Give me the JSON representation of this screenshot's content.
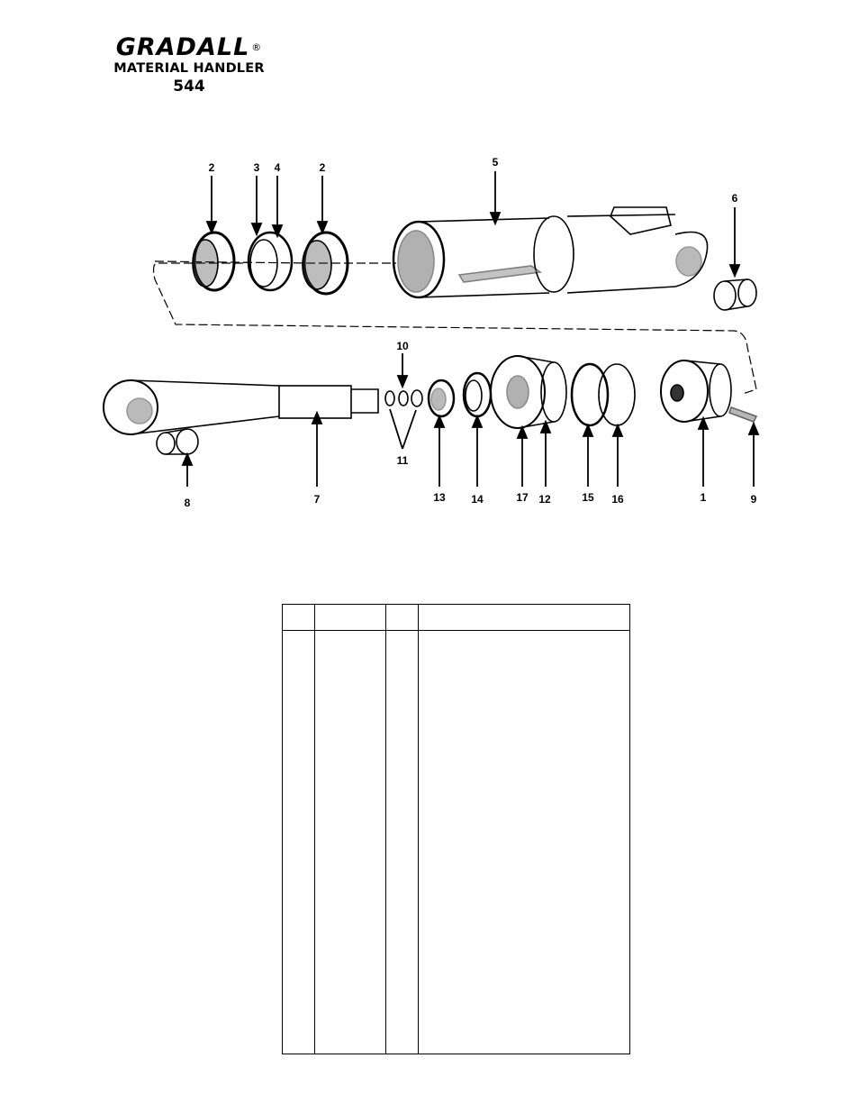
{
  "header": {
    "brand": "GRADALL",
    "registered_mark": "®",
    "subtitle": "MATERIAL HANDLER",
    "model": "544"
  },
  "diagram": {
    "callouts": [
      "2",
      "3",
      "4",
      "2",
      "5",
      "6",
      "10",
      "11",
      "8",
      "7",
      "13",
      "14",
      "17",
      "12",
      "15",
      "16",
      "1",
      "9"
    ]
  },
  "parts_table": {
    "columns": [
      "",
      "",
      "",
      ""
    ],
    "rows": []
  }
}
